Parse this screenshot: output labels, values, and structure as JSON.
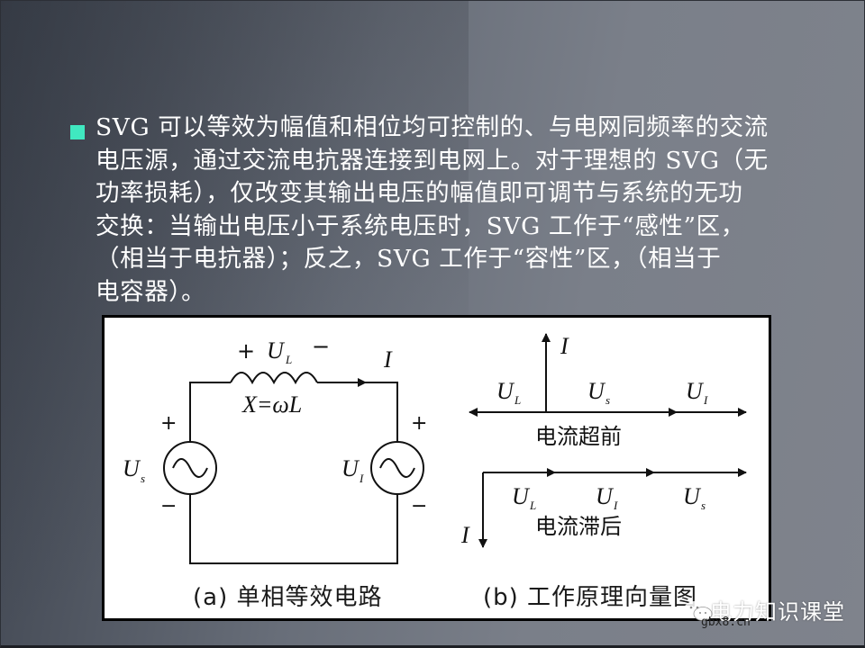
{
  "slide": {
    "bullet_color": "#40e8c0",
    "paragraph_lines": [
      "SVG 可以等效为幅值和相位均可控制的、与电网同频率的交流",
      "电压源，通过交流电抗器连接到电网上。对于理想的 SVG（无",
      "功率损耗），仅改变其输出电压的幅值即可调节与系统的无功",
      "交换：当输出电压小于系统电压时，SVG 工作于“感性”区，",
      "（相当于电抗器）；反之，SVG 工作于“容性”区，（相当于",
      "电容器）。"
    ]
  },
  "figure": {
    "circuit": {
      "inductor_plus": "+",
      "inductor_label": "U",
      "inductor_label_sub": "L",
      "inductor_minus": "−",
      "reactance_label": "X=ωL",
      "current_label": "I",
      "source_left_label": "U",
      "source_left_sub": "s",
      "source_right_label": "U",
      "source_right_sub": "I",
      "plus": "+",
      "minus": "−",
      "caption": "(a) 单相等效电路"
    },
    "phasor": {
      "top": {
        "current_label": "I",
        "labels": [
          {
            "main": "U",
            "sub": "L"
          },
          {
            "main": "U",
            "sub": "s"
          },
          {
            "main": "U",
            "sub": "I"
          }
        ],
        "title": "电流超前"
      },
      "bottom": {
        "current_label": "I",
        "labels": [
          {
            "main": "U",
            "sub": "L"
          },
          {
            "main": "U",
            "sub": "I"
          },
          {
            "main": "U",
            "sub": "s"
          }
        ],
        "title": "电流滞后"
      },
      "caption": "(b) 工作原理向量图"
    }
  },
  "watermark": {
    "title": "电力知识课堂",
    "url": "gbx8.cn"
  }
}
